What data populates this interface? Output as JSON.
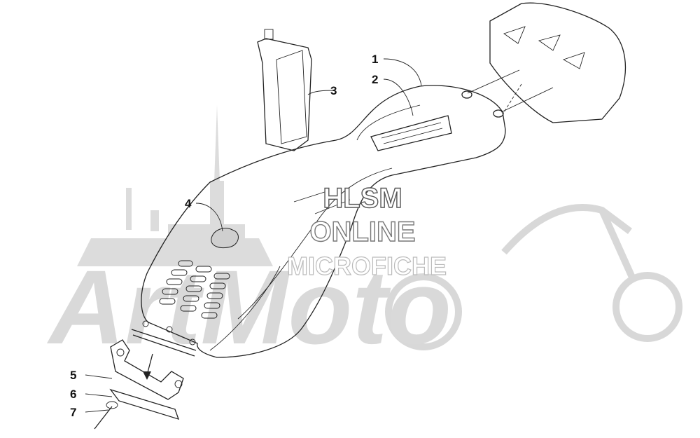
{
  "diagram": {
    "callouts": [
      {
        "number": "1"
      },
      {
        "number": "2"
      },
      {
        "number": "3"
      },
      {
        "number": "4"
      },
      {
        "number": "5"
      },
      {
        "number": "6"
      },
      {
        "number": "7"
      }
    ]
  },
  "watermark": {
    "brand_lines": [
      "HLSM",
      "ONLINE",
      "MICROFICHE"
    ],
    "logo_text": "ArtMoto"
  },
  "colors": {
    "ink": "#222222",
    "watermark_gray": "#d6d6d6",
    "watermark_dark": "#555555"
  }
}
